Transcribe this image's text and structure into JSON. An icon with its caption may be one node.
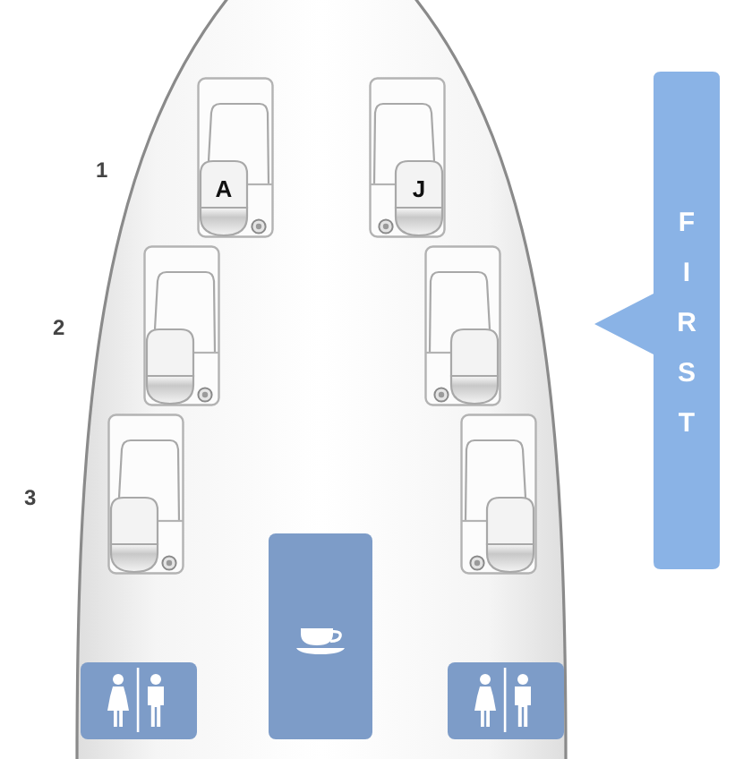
{
  "diagram": {
    "nodes": [
      {
        "text": [
          "A"
        ]
      },
      {
        "text": [
          "J"
        ]
      },
      {
        "text": [
          "FIRST"
        ]
      },
      {
        "text": [],
        "shape": "seat"
      },
      {
        "text": [],
        "shape": "seat"
      },
      {
        "text": [],
        "shape": "seat"
      },
      {
        "text": [],
        "shape": "seat"
      },
      {
        "text": [],
        "shape": "box"
      },
      {
        "text": [],
        "shape": "box"
      },
      {
        "text": [],
        "shape": "box"
      }
    ],
    "labels": [
      "1",
      "2",
      "3"
    ]
  }
}
